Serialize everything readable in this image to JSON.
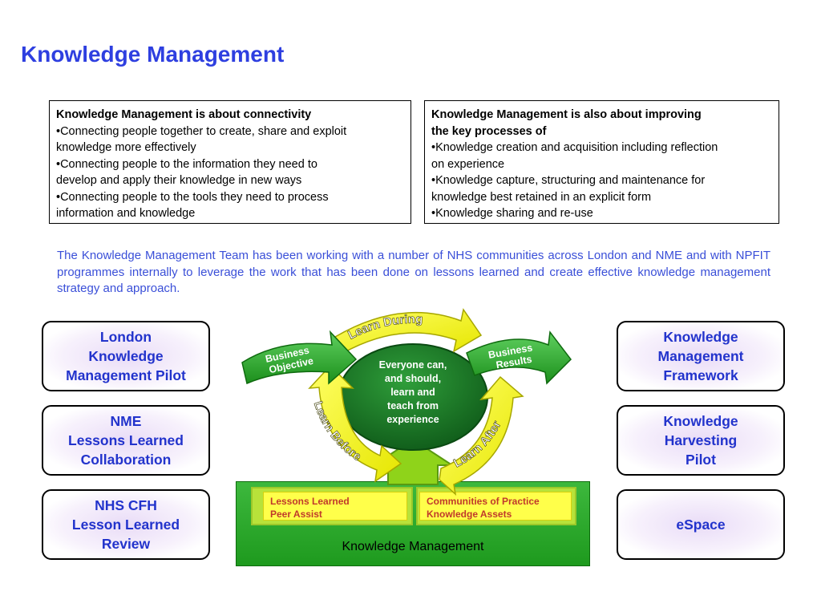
{
  "title": "Knowledge Management",
  "box_left": {
    "heading": "Knowledge Management is about connectivity",
    "lines": [
      "•Connecting people together to create, share and exploit",
      "knowledge more effectively",
      "•Connecting people to the information they need to",
      "develop and apply their knowledge in new ways",
      "•Connecting people to the tools they need to process",
      "information and knowledge"
    ]
  },
  "box_right": {
    "heading_lines": [
      "Knowledge Management is also about improving",
      "the key processes of"
    ],
    "lines": [
      "•Knowledge creation and acquisition including reflection",
      "on experience",
      "•Knowledge capture, structuring and maintenance for",
      "knowledge best retained in an explicit form",
      "•Knowledge sharing and re-use"
    ]
  },
  "paragraph": "The Knowledge Management Team has been working with a number of NHS communities across London and NME and with NPFIT programmes internally to leverage the work that has been done on lessons learned and create effective knowledge management strategy and approach.",
  "left_boxes": [
    {
      "lines": [
        "London",
        "Knowledge",
        "Management Pilot"
      ]
    },
    {
      "lines": [
        "NME",
        "Lessons Learned",
        "Collaboration"
      ]
    },
    {
      "lines": [
        "NHS CFH",
        "Lesson Learned",
        "Review"
      ]
    }
  ],
  "right_boxes": [
    {
      "lines": [
        "Knowledge",
        "Management",
        "Framework"
      ]
    },
    {
      "lines": [
        "Knowledge",
        "Harvesting",
        "Pilot"
      ]
    },
    {
      "lines": [
        "eSpace"
      ]
    }
  ],
  "diagram": {
    "learn_during": "Learn During",
    "learn_before": "Learn Before",
    "learn_after": "Learn After",
    "business_objective": [
      "Business",
      "Objective"
    ],
    "business_results": [
      "Business",
      "Results"
    ],
    "circle_lines": [
      "Everyone can,",
      "and should,",
      "learn and",
      "teach from",
      "experience"
    ],
    "panel_left": [
      "Lessons Learned",
      "Peer Assist"
    ],
    "panel_right": [
      "Communities of Practice",
      "Knowledge Assets"
    ],
    "base_label": "Knowledge Management"
  },
  "colors": {
    "title_blue": "#2e3fe0",
    "para_blue": "#3a4fd8",
    "box_text_blue": "#2233cc",
    "green_dark": "#1e7f1e",
    "green": "#2faa2f",
    "yellow": "#ffff33",
    "panel_text": "#c0392b"
  }
}
